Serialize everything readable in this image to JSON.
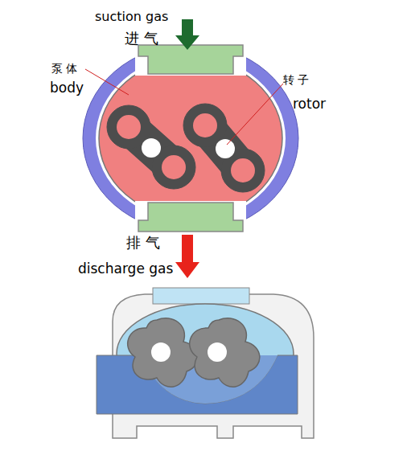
{
  "diagram": {
    "labels": [
      "suction gas",
      "进 气",
      "泵 体",
      "body",
      "转 子",
      "rotor",
      "排 气",
      "discharge gas"
    ]
  }
}
